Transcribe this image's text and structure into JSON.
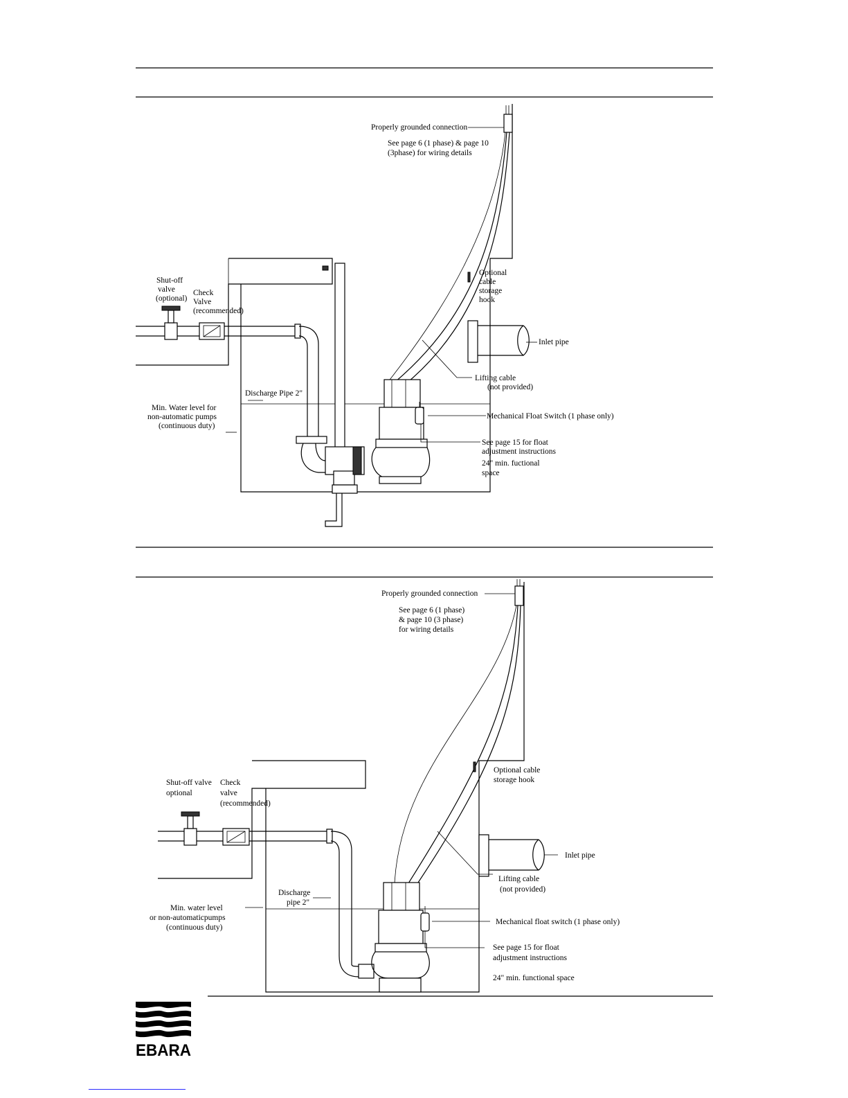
{
  "diagram1": {
    "labels": {
      "grounded": "Properly grounded connection",
      "wiring_1": "See page 6 (1 phase) & page 10",
      "wiring_2": "(3phase) for wiring details",
      "hook_1": "Optional",
      "hook_2": "cable",
      "hook_3": "storage",
      "hook_4": "hook",
      "shutoff_1": "Shut-off",
      "shutoff_2": "valve",
      "shutoff_3": "(optional)",
      "check_1": "Check",
      "check_2": "Valve",
      "check_3": "(recommended)",
      "inlet": "Inlet pipe",
      "lifting_1": "Lifting cable",
      "lifting_2": "(not provided)",
      "discharge": "Discharge Pipe 2\"",
      "water_1": "Min. Water level for",
      "water_2": "non-automatic pumps",
      "water_3": "(continuous duty)",
      "float": "Mechanical Float Switch (1 phase only)",
      "adjust_1": "See page 15 for float",
      "adjust_2": "adjustment instructions",
      "space_1": "24\" min. fuctional",
      "space_2": "space"
    }
  },
  "diagram2": {
    "labels": {
      "grounded": "Properly grounded connection",
      "wiring_1": "See page 6 (1 phase)",
      "wiring_2": "& page 10 (3 phase)",
      "wiring_3": "for wiring details",
      "hook_1": "Optional cable",
      "hook_2": "storage hook",
      "shutoff_1": "Shut-off valve",
      "shutoff_2": "optional",
      "check_1": "Check",
      "check_2": "valve",
      "check_3": "(recommended)",
      "inlet": "Inlet pipe",
      "lifting_1": "Lifting cable",
      "lifting_2": "(not provided)",
      "discharge_1": "Discharge",
      "discharge_2": "pipe 2\"",
      "water_1": "Min. water level",
      "water_2": "or non-automaticpumps",
      "water_3": "(continuous duty)",
      "float": "Mechanical float switch (1 phase only)",
      "adjust_1": "See page 15 for float",
      "adjust_2": "adjustment instructions",
      "space": "24\" min. functional space"
    }
  },
  "logo": {
    "text": "EBARA"
  }
}
